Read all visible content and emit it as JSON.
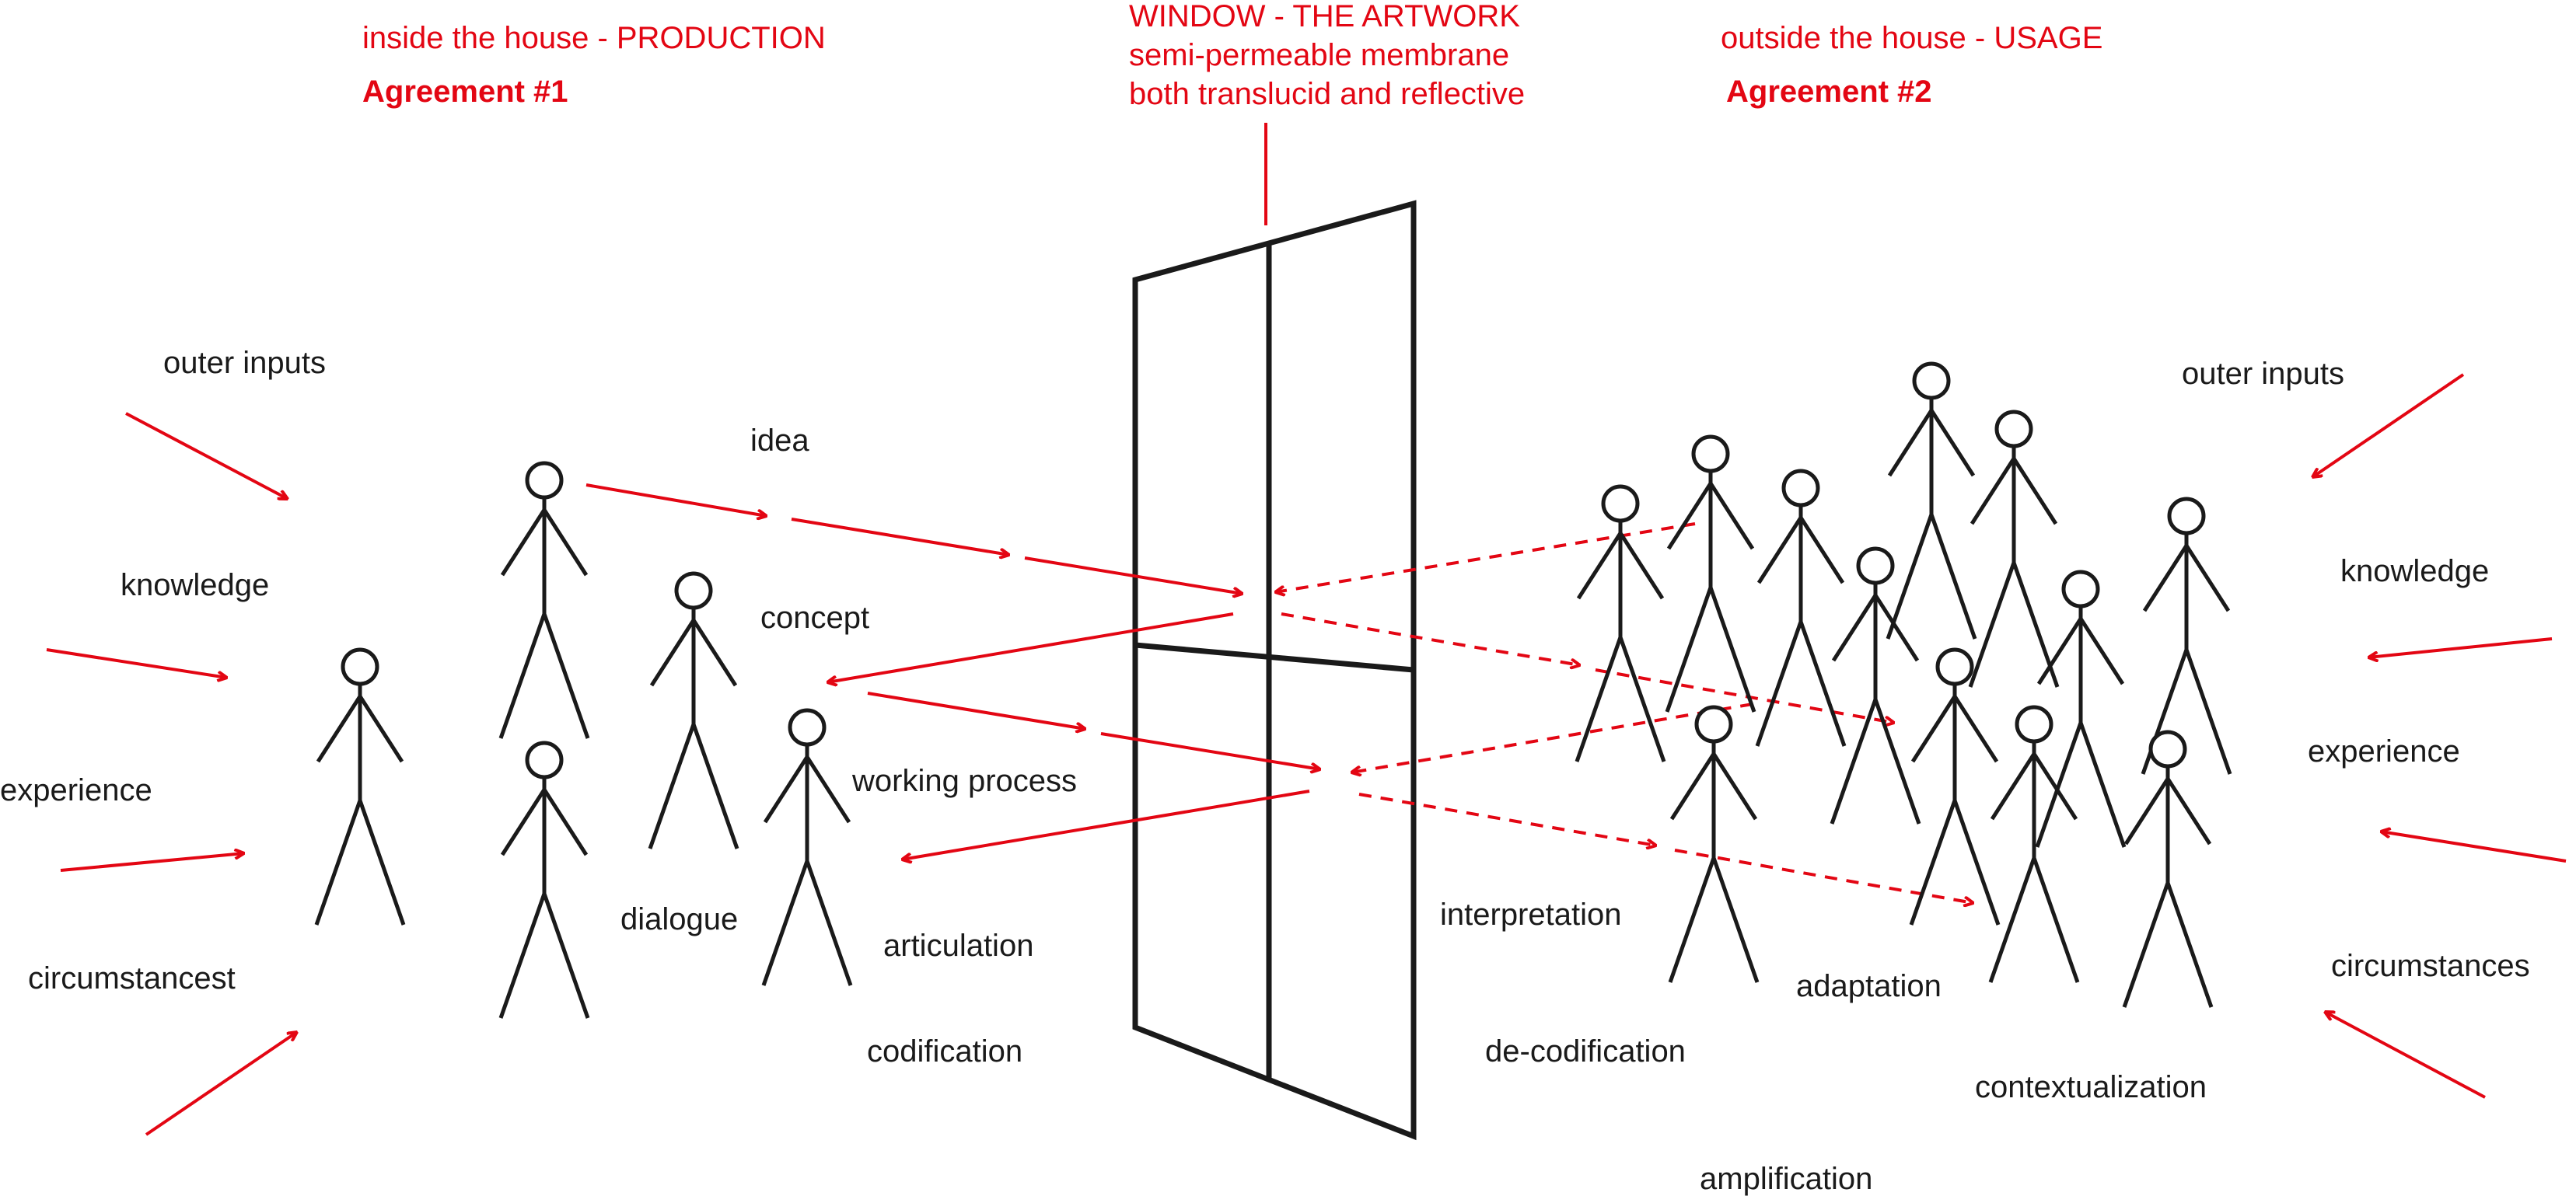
{
  "header": {
    "inside_title": "inside the house - PRODUCTION",
    "inside_agreement": "Agreement #1",
    "window_title": "WINDOW - THE ARTWORK",
    "window_line2": "semi-permeable membrane",
    "window_line3": "both translucid and reflective",
    "outside_title": "outside the house - USAGE",
    "outside_agreement": "Agreement #2"
  },
  "left_inputs": {
    "outer_inputs": "outer inputs",
    "knowledge": "knowledge",
    "experience": "experience",
    "circumstances": "circumstancest"
  },
  "production_labels": {
    "idea": "idea",
    "concept": "concept",
    "working_process": "working process",
    "dialogue": "dialogue",
    "articulation": "articulation",
    "codification": "codification"
  },
  "usage_labels": {
    "interpretation": "interpretation",
    "de_codification": "de-codification",
    "adaptation": "adaptation",
    "contextualization": "contextualization",
    "amplification": "amplification"
  },
  "right_inputs": {
    "outer_inputs": "outer inputs",
    "knowledge": "knowledge",
    "experience": "experience",
    "circumstances": "circumstances"
  },
  "colors": {
    "accent": "#e30613",
    "ink": "#1a1a1a"
  }
}
